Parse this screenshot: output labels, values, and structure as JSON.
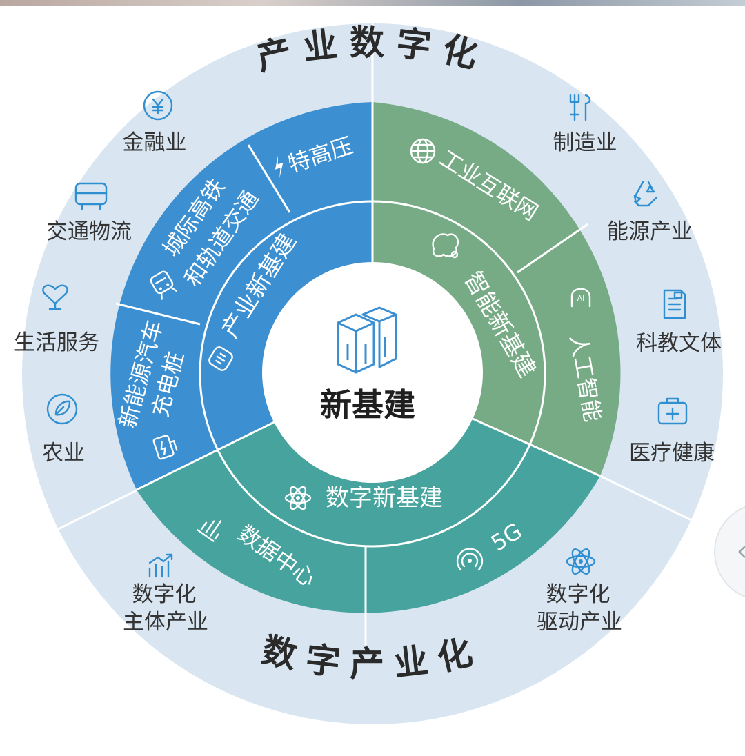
{
  "title_top": "产业数字化",
  "title_bottom": "数字产业化",
  "center": {
    "label": "新基建"
  },
  "sectors": {
    "industry": "产业新基建",
    "smart": "智能新基建",
    "digital": "数字新基建"
  },
  "ring": {
    "uhv": "特高压",
    "rail_line1": "城际高铁",
    "rail_line2": "和轨道交通",
    "ev_line1": "新能源汽车",
    "ev_line2": "充电桩",
    "iiot": "工业互联网",
    "ai": "人工智能",
    "datacenter": "数据中心",
    "fiveg": "5G"
  },
  "outer": {
    "finance": "金融业",
    "transport": "交通物流",
    "life": "生活服务",
    "agri": "农业",
    "mfg": "制造业",
    "energy": "能源产业",
    "edu": "科教文体",
    "health": "医疗健康",
    "main_line1": "数字化",
    "main_line2": "主体产业",
    "drive_line1": "数字化",
    "drive_line2": "驱动产业"
  },
  "colors": {
    "outer_ring": "#d9e6f1",
    "blue_sector": "#3c8fd1",
    "green_sector": "#77ab86",
    "teal_sector": "#47a39d",
    "icon": "#2f8fd0"
  },
  "icons": [
    "yuan-icon",
    "bus-icon",
    "heart-icon",
    "leaf-icon",
    "tools-icon",
    "recycle-icon",
    "document-icon",
    "medkit-icon",
    "chart-icon",
    "atom-icon",
    "bolt-icon",
    "train-icon",
    "charger-icon",
    "globe-icon",
    "brain-icon",
    "ai-head-icon",
    "bars-icon",
    "signal-icon",
    "chip-icon",
    "cubes-icon"
  ]
}
